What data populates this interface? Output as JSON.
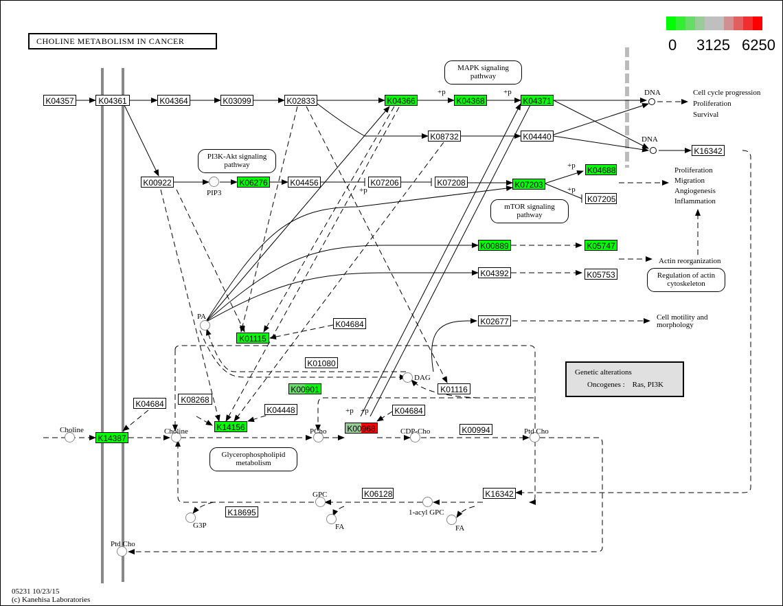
{
  "title": "CHOLINE METABOLISM IN CANCER",
  "legend": {
    "colors": [
      "#00ff00",
      "#33ee33",
      "#66dd66",
      "#99cc99",
      "#bfbfbf",
      "#bfbfbf",
      "#d09090",
      "#e06060",
      "#f03030",
      "#ff0000"
    ],
    "min_label": "0",
    "mid_label": "3125",
    "max_label": "6250"
  },
  "genes": [
    {
      "id": "K04357",
      "highlight": false
    },
    {
      "id": "K04361",
      "highlight": false
    },
    {
      "id": "K04364",
      "highlight": false
    },
    {
      "id": "K03099",
      "highlight": false
    },
    {
      "id": "K02833",
      "highlight": false
    },
    {
      "id": "K04366",
      "highlight": true
    },
    {
      "id": "K04368",
      "highlight": true
    },
    {
      "id": "K04371",
      "highlight": true
    },
    {
      "id": "K08732",
      "highlight": false
    },
    {
      "id": "K04440",
      "highlight": false
    },
    {
      "id": "K16342",
      "highlight": false
    },
    {
      "id": "K00922",
      "highlight": false
    },
    {
      "id": "K06276",
      "highlight": true
    },
    {
      "id": "K04456",
      "highlight": false
    },
    {
      "id": "K07206",
      "highlight": false
    },
    {
      "id": "K07208",
      "highlight": false
    },
    {
      "id": "K07203",
      "highlight": true
    },
    {
      "id": "K04688",
      "highlight": true
    },
    {
      "id": "K07205",
      "highlight": false
    },
    {
      "id": "K00889",
      "highlight": true
    },
    {
      "id": "K05747",
      "highlight": true
    },
    {
      "id": "K04392",
      "highlight": false
    },
    {
      "id": "K05753",
      "highlight": false
    },
    {
      "id": "K02677",
      "highlight": false
    },
    {
      "id": "K04684",
      "highlight": false
    },
    {
      "id": "K01115",
      "highlight": true
    },
    {
      "id": "K01080",
      "highlight": false
    },
    {
      "id": "K00901",
      "highlight": true
    },
    {
      "id": "K01116",
      "highlight": false
    },
    {
      "id": "K08268",
      "highlight": false
    },
    {
      "id": "K04448",
      "highlight": false
    },
    {
      "id": "K14156",
      "highlight": true
    },
    {
      "id": "K04684",
      "highlight": false
    },
    {
      "id": "K14387",
      "highlight": true
    },
    {
      "id": "K04684",
      "highlight": false
    },
    {
      "id": "K00968",
      "highlight": "split"
    },
    {
      "id": "K00994",
      "highlight": false
    },
    {
      "id": "K06128",
      "highlight": false
    },
    {
      "id": "K16342",
      "highlight": false
    },
    {
      "id": "K18695",
      "highlight": false
    }
  ],
  "compounds": [
    "PIP3",
    "PA",
    "DAG",
    "Choline",
    "Choline",
    "PCho",
    "CDP-Cho",
    "Ptd Cho",
    "GPC",
    "1-acyl GPC",
    "G3P",
    "FA",
    "FA",
    "Ptd Cho",
    "DNA",
    "DNA"
  ],
  "pathways": {
    "mapk": [
      "MAPK signaling",
      "pathway"
    ],
    "pi3k": [
      "PI3K-Akt signaling",
      "pathway"
    ],
    "mtor": [
      "mTOR signaling",
      "pathway"
    ],
    "actin": [
      "Regulation of actin",
      "cytoskeleton"
    ],
    "glycero": [
      "Glycerophospholipid",
      "metabolism"
    ]
  },
  "outcomes": {
    "cell_cycle": [
      "Cell cycle progression",
      "Proliferation",
      "Survival"
    ],
    "prolif": [
      "Proliferation",
      "Migration",
      "Angiogenesis",
      "Inflammation"
    ],
    "actin_reorg": "Actin reorganization",
    "motility": [
      "Cell motility and",
      "morphology"
    ]
  },
  "mods": {
    "plus_p": "+p"
  },
  "genetic_alterations": {
    "title": "Genetic alterations",
    "line": "Oncogenes :    Ras, PI3K"
  },
  "footer": {
    "line1": "05231 10/23/15",
    "line2": "(c) Kanehisa Laboratories"
  }
}
